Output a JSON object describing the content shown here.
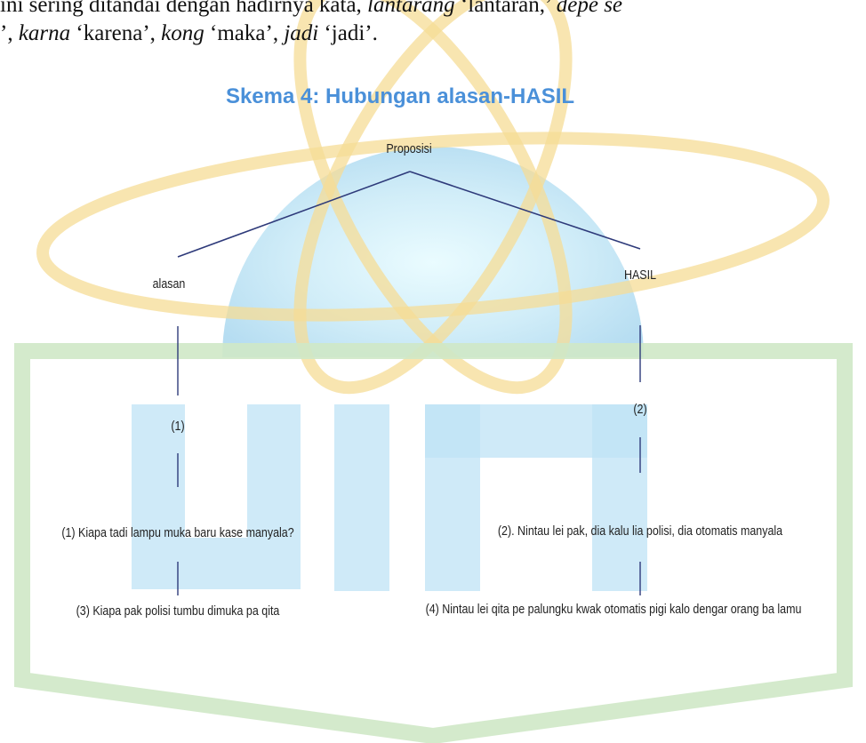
{
  "intro": {
    "line1_prefix": " ini sering ditandai dengan hadirnya kata, ",
    "line1_word1": "lantarang",
    "line1_gloss1": " ‘lantaran,’ ",
    "line1_word2": "depe se",
    "line2_prefix": "’, ",
    "line2_word1": "karna",
    "line2_gloss1": " ‘karena’, ",
    "line2_word2": "kong",
    "line2_gloss2": " ‘maka’, ",
    "line2_word3": "jadi",
    "line2_gloss3": " ‘jadi’."
  },
  "scheme": {
    "title": "Skema 4: Hubungan alasan-HASIL"
  },
  "tree": {
    "root": "Proposisi",
    "left_branch": "alasan",
    "right_branch": "HASIL",
    "left_number": "(1)",
    "right_number": "(2)",
    "sentence_1": "(1) Kiapa tadi lampu muka baru kase manyala?",
    "sentence_2": "(2). Nintau lei pak, dia kalu lia polisi, dia otomatis manyala",
    "sentence_3": "(3) Kiapa pak polisi tumbu dimuka pa qita",
    "sentence_4": "(4) Nintau lei qita pe palungku kwak otomatis pigi kalo dengar orang ba lamu"
  },
  "colors": {
    "title_blue": "#4a90d9",
    "tree_line": "#2e3a7a",
    "watermark_blue": "#bfe3f5",
    "watermark_green": "#d7ecd2",
    "watermark_gold": "#f8e3a8"
  }
}
